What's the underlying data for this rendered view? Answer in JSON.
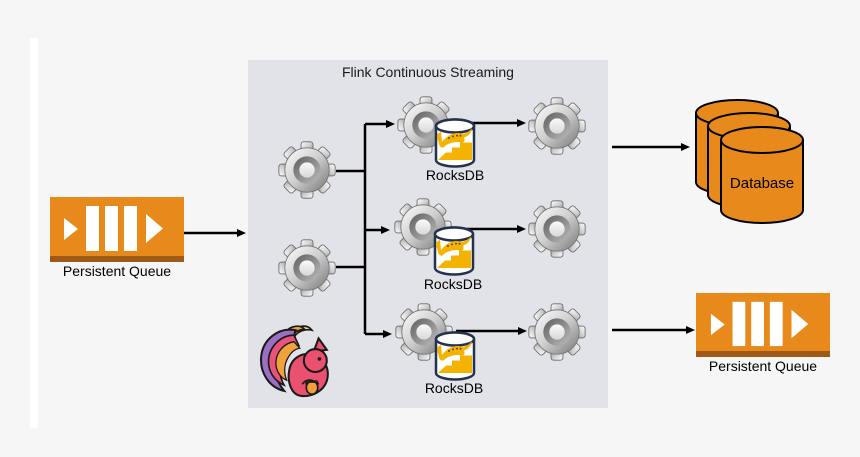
{
  "panel": {
    "title": "Flink Continuous Streaming"
  },
  "nodes": {
    "left_queue": {
      "label": "Persistent Queue"
    },
    "right_queue": {
      "label": "Persistent Queue"
    },
    "database": {
      "label": "Database"
    },
    "processors": [
      {
        "storage_label": "RocksDB"
      },
      {
        "storage_label": "RocksDB"
      },
      {
        "storage_label": "RocksDB"
      }
    ]
  },
  "icons": {
    "gear": "gear-icon",
    "queue": "queue-bars-icon",
    "rocksdb": "rocksdb-cheetah-cylinder-icon",
    "database": "database-cylinders-icon",
    "flink": "flink-squirrel-logo"
  },
  "theme": {
    "background": "#f6f6f6",
    "stripe": "#ffffff",
    "panel_bg": "#e2e3e8",
    "orange": "#e8891b",
    "orange_dark": "#9e5a16",
    "arrow": "#000000",
    "rocksdb_outline": "#24324e",
    "rocksdb_gold": "#f5b301",
    "gear_silver": "#c9c9c9",
    "flink_pink": "#e9516e",
    "flink_purple": "#9b6fc4",
    "flink_orange": "#f2a23c",
    "flink_cream": "#f6dc9a"
  }
}
